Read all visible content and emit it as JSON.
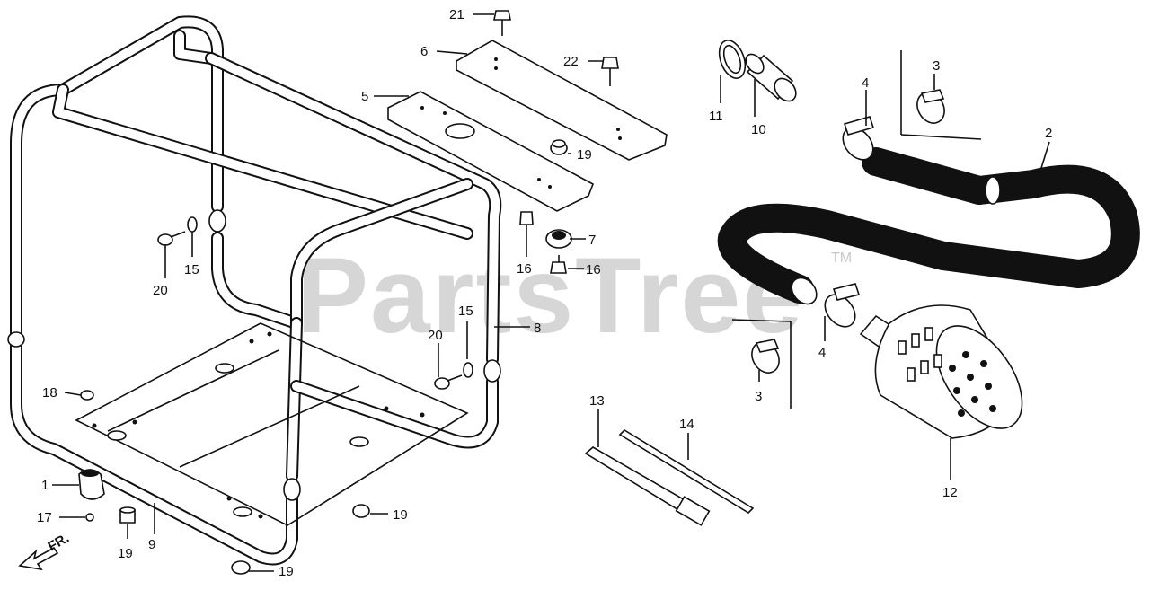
{
  "watermark": {
    "text": "PartsTree",
    "trademark": "TM"
  },
  "direction_label": "FR.",
  "callouts": [
    {
      "id": "c21",
      "label": "21"
    },
    {
      "id": "c6",
      "label": "6"
    },
    {
      "id": "c22",
      "label": "22"
    },
    {
      "id": "c5",
      "label": "5"
    },
    {
      "id": "c19a",
      "label": "19"
    },
    {
      "id": "c7",
      "label": "7"
    },
    {
      "id": "c16a",
      "label": "16"
    },
    {
      "id": "c16b",
      "label": "16"
    },
    {
      "id": "c20a",
      "label": "20"
    },
    {
      "id": "c15a",
      "label": "15"
    },
    {
      "id": "c15b",
      "label": "15"
    },
    {
      "id": "c20b",
      "label": "20"
    },
    {
      "id": "c8",
      "label": "8"
    },
    {
      "id": "c18",
      "label": "18"
    },
    {
      "id": "c1",
      "label": "1"
    },
    {
      "id": "c17",
      "label": "17"
    },
    {
      "id": "c19b",
      "label": "19"
    },
    {
      "id": "c9",
      "label": "9"
    },
    {
      "id": "c19c",
      "label": "19"
    },
    {
      "id": "c19d",
      "label": "19"
    },
    {
      "id": "c11",
      "label": "11"
    },
    {
      "id": "c10",
      "label": "10"
    },
    {
      "id": "c4a",
      "label": "4"
    },
    {
      "id": "c3a",
      "label": "3"
    },
    {
      "id": "c2",
      "label": "2"
    },
    {
      "id": "c4b",
      "label": "4"
    },
    {
      "id": "c3b",
      "label": "3"
    },
    {
      "id": "c13",
      "label": "13"
    },
    {
      "id": "c14",
      "label": "14"
    },
    {
      "id": "c12",
      "label": "12"
    }
  ]
}
